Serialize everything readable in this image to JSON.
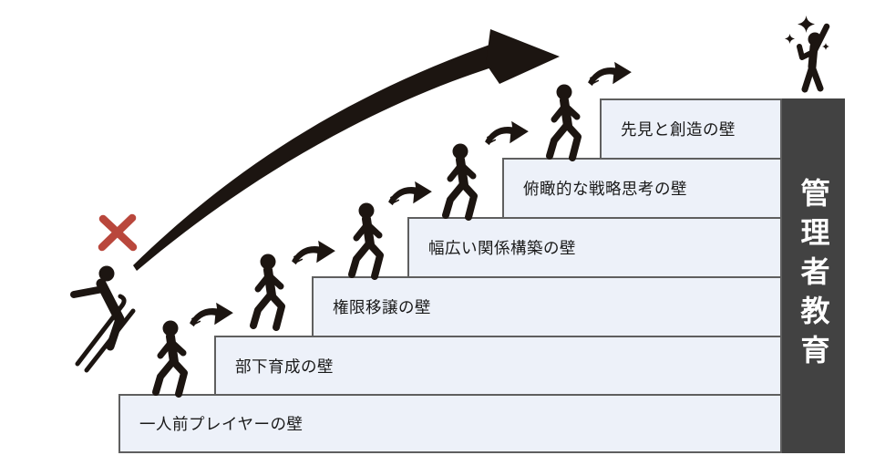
{
  "diagram": {
    "steps": [
      {
        "label": "一人前プレイヤーの壁"
      },
      {
        "label": "部下育成の壁"
      },
      {
        "label": "権限移譲の壁"
      },
      {
        "label": "幅広い関係構築の壁"
      },
      {
        "label": "俯瞰的な戦略思考の壁"
      },
      {
        "label": "先見と創造の壁"
      }
    ],
    "goal_column": {
      "label": "管理者教育"
    },
    "colors": {
      "step_fill": "#edf1f9",
      "step_border": "#5f5f5f",
      "goal_column_bg": "#424242",
      "goal_column_text": "#ffffff",
      "figure_black": "#1c1511",
      "x_mark_red": "#b9473c",
      "background": "#ffffff"
    },
    "icons": {
      "ski_jumper": "ski-jumper-icon",
      "leap_arrow": "leap-arrow-icon",
      "x_mark": "x-mark-icon",
      "climber": "climber-icon",
      "step_arrow": "step-arrow-icon",
      "celebration": "celebrating-person-icon",
      "sparkle": "sparkle-icon"
    }
  }
}
